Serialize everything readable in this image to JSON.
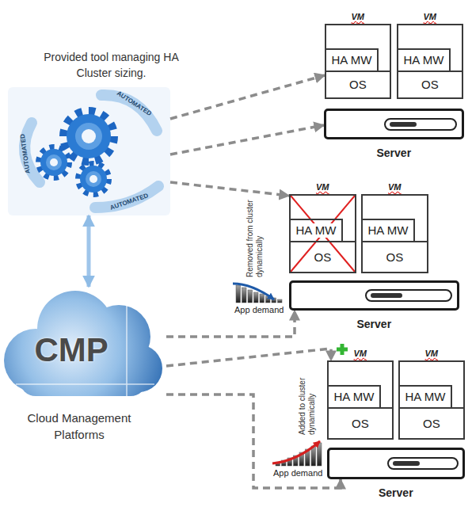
{
  "diagram": {
    "nodes": [
      {
        "text": [
          "Provided tool managing HA Cluster sizing."
        ]
      },
      {
        "text": [
          "CMP",
          "Cloud Management Platforms"
        ]
      },
      {
        "text": [
          "VM",
          "OS"
        ]
      },
      {
        "text": [
          "HA MW"
        ],
        "in": 2
      },
      {
        "text": [
          "VM",
          "OS"
        ]
      },
      {
        "text": [
          "HA MW"
        ],
        "in": 4
      },
      {
        "text": [
          "Server"
        ]
      },
      {
        "text": [
          "VM",
          "OS"
        ]
      },
      {
        "text": [
          "HA MW"
        ],
        "in": 7
      },
      {
        "text": [
          "VM",
          "OS"
        ]
      },
      {
        "text": [
          "HA MW"
        ],
        "in": 9
      },
      {
        "text": [
          "Server"
        ]
      },
      {
        "text": [
          "VM",
          "OS"
        ]
      },
      {
        "text": [
          "HA MW"
        ],
        "in": 12
      },
      {
        "text": [
          "VM",
          "OS"
        ]
      },
      {
        "text": [
          "HA MW"
        ],
        "in": 14
      },
      {
        "text": [
          "Server"
        ]
      }
    ],
    "edges": [
      {
        "from": 0,
        "to": 2,
        "arrow": "to"
      },
      {
        "from": 0,
        "to": 6,
        "arrow": "to"
      },
      {
        "from": 0,
        "to": 7,
        "arrow": "to"
      },
      {
        "from": 0,
        "to": 1,
        "arrow": "both"
      },
      {
        "from": 1,
        "to": 11,
        "arrow": "to"
      },
      {
        "from": 1,
        "to": 12,
        "arrow": "to"
      },
      {
        "from": 1,
        "to": 16,
        "arrow": "to"
      }
    ],
    "labels": [
      "AUTOMATED",
      "AUTOMATED",
      "AUTOMATED",
      "Removed from cluster dynamically",
      "App demand",
      "Added to cluster dynamically",
      "App demand"
    ]
  }
}
